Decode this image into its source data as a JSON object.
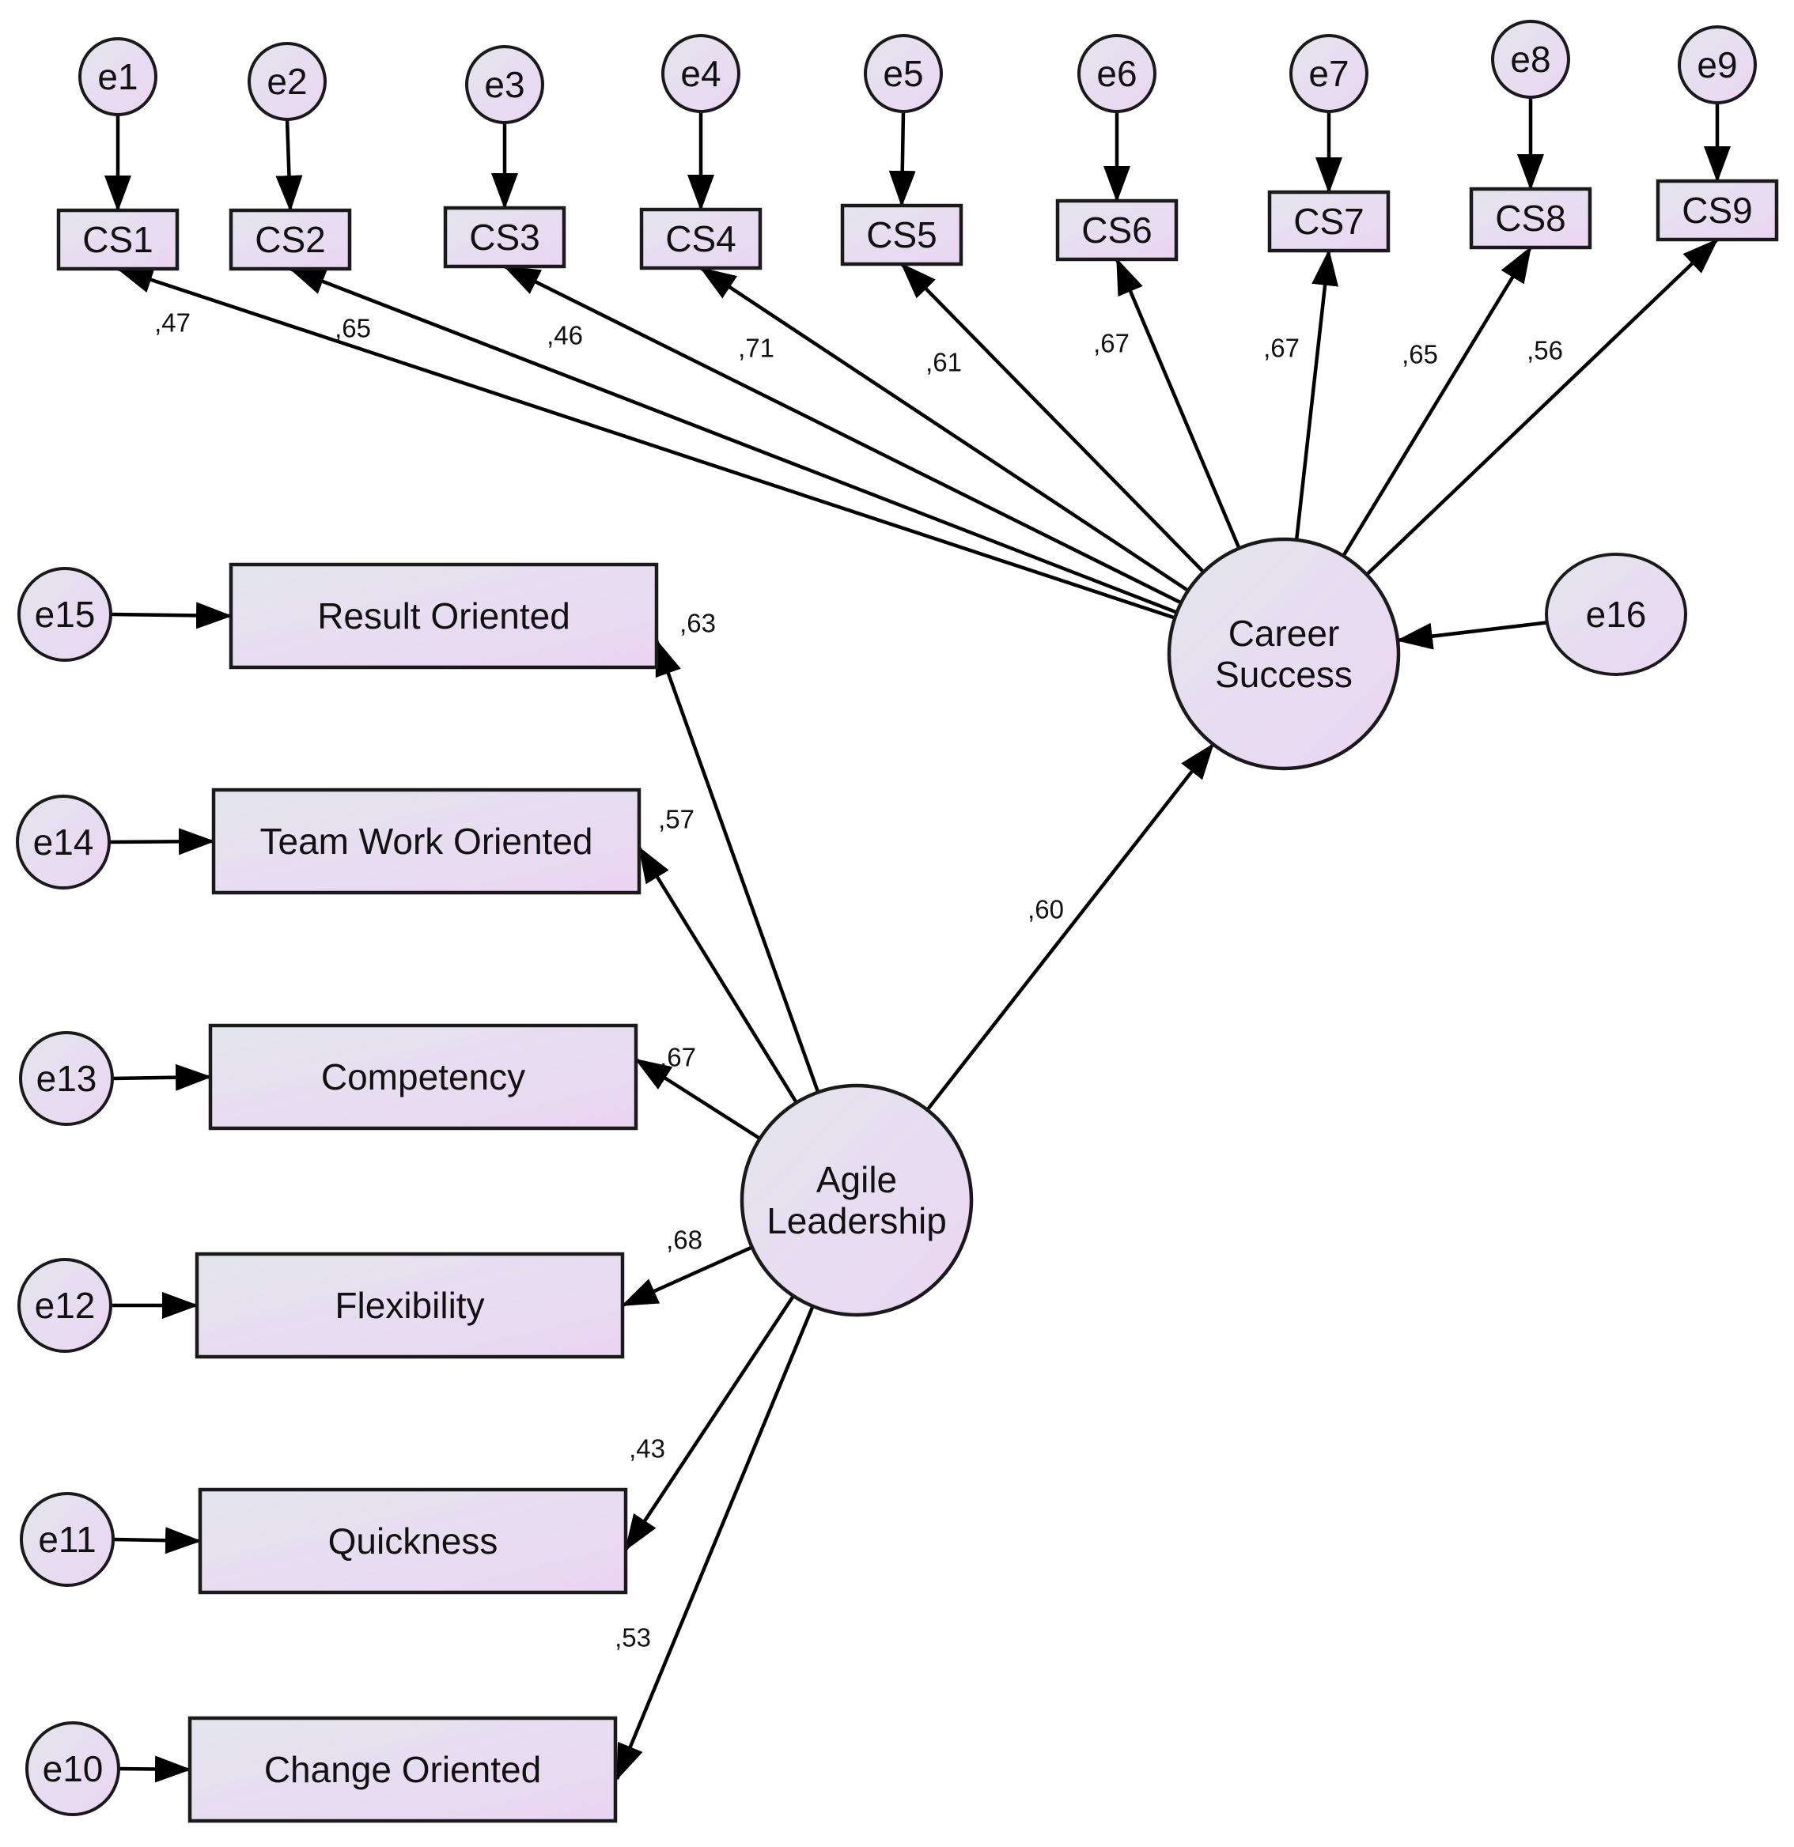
{
  "diagram": {
    "colors": {
      "node_fill_left": "#E3E5EE",
      "node_fill_right": "#EBD5F2",
      "stroke": "#1A1A1A",
      "background": "#FFFFFF"
    },
    "latents": {
      "career_success": {
        "lines": [
          "Career",
          "Success"
        ]
      },
      "agile_leadership": {
        "lines": [
          "Agile",
          "Leadership"
        ]
      }
    },
    "cs_indicators": [
      {
        "label": "CS1",
        "error": "e1",
        "loading": ",47"
      },
      {
        "label": "CS2",
        "error": "e2",
        "loading": ",65"
      },
      {
        "label": "CS3",
        "error": "e3",
        "loading": ",46"
      },
      {
        "label": "CS4",
        "error": "e4",
        "loading": ",71"
      },
      {
        "label": "CS5",
        "error": "e5",
        "loading": ",61"
      },
      {
        "label": "CS6",
        "error": "e6",
        "loading": ",67"
      },
      {
        "label": "CS7",
        "error": "e7",
        "loading": ",67"
      },
      {
        "label": "CS8",
        "error": "e8",
        "loading": ",65"
      },
      {
        "label": "CS9",
        "error": "e9",
        "loading": ",56"
      }
    ],
    "al_indicators": [
      {
        "label": "Result Oriented",
        "error": "e15",
        "loading": ",63"
      },
      {
        "label": "Team Work Oriented",
        "error": "e14",
        "loading": ",57"
      },
      {
        "label": "Competency",
        "error": "e13",
        "loading": ",67"
      },
      {
        "label": "Flexibility",
        "error": "e12",
        "loading": ",68"
      },
      {
        "label": "Quickness",
        "error": "e11",
        "loading": ",43"
      },
      {
        "label": "Change Oriented",
        "error": "e10",
        "loading": ",53"
      }
    ],
    "structural_path": {
      "from": "Agile Leadership",
      "to": "Career Success",
      "coefficient": ",60"
    },
    "disturbance": {
      "label": "e16",
      "target": "Career Success"
    }
  }
}
